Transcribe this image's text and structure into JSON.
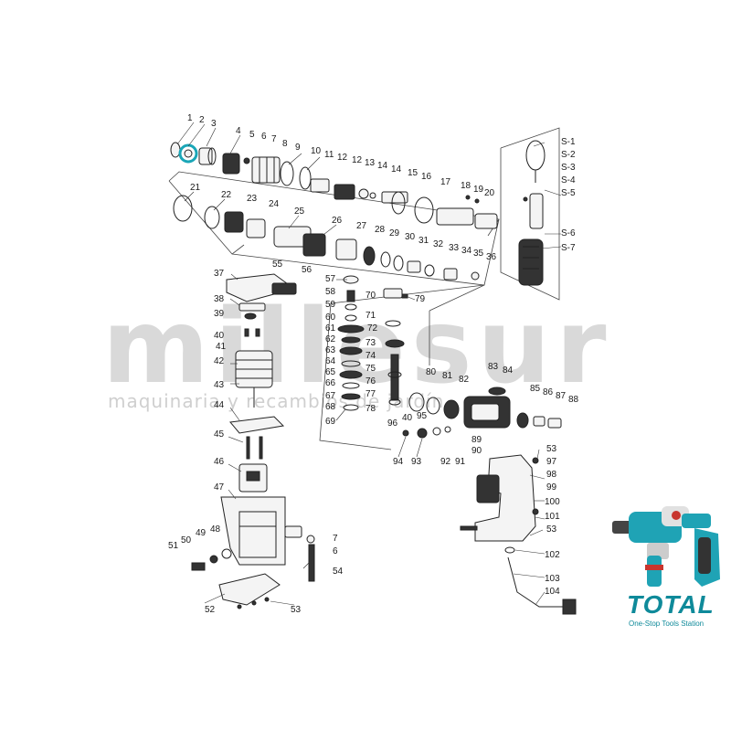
{
  "watermark": {
    "main": "millesur",
    "sub": "maquinaria y recambios de jardín"
  },
  "brand": {
    "logo": "TOTAL",
    "tagline": "One-Stop Tools Station",
    "accent": "#0f8a9a",
    "highlight": "#1aa6b7"
  },
  "icons": [
    "rotary-hammer-product-photo"
  ],
  "labels": [
    {
      "id": "1",
      "t": "1"
    },
    {
      "id": "2",
      "t": "2"
    },
    {
      "id": "3",
      "t": "3"
    },
    {
      "id": "4",
      "t": "4"
    },
    {
      "id": "5",
      "t": "5"
    },
    {
      "id": "6",
      "t": "6"
    },
    {
      "id": "7",
      "t": "7"
    },
    {
      "id": "8",
      "t": "8"
    },
    {
      "id": "9",
      "t": "9"
    },
    {
      "id": "10",
      "t": "10"
    },
    {
      "id": "11",
      "t": "11"
    },
    {
      "id": "12",
      "t": "12"
    },
    {
      "id": "12b",
      "t": "12"
    },
    {
      "id": "13",
      "t": "13"
    },
    {
      "id": "14",
      "t": "14"
    },
    {
      "id": "14b",
      "t": "14"
    },
    {
      "id": "15",
      "t": "15"
    },
    {
      "id": "16",
      "t": "16"
    },
    {
      "id": "17",
      "t": "17"
    },
    {
      "id": "18",
      "t": "18"
    },
    {
      "id": "19",
      "t": "19"
    },
    {
      "id": "20",
      "t": "20"
    },
    {
      "id": "21",
      "t": "21"
    },
    {
      "id": "22",
      "t": "22"
    },
    {
      "id": "23",
      "t": "23"
    },
    {
      "id": "24",
      "t": "24"
    },
    {
      "id": "25",
      "t": "25"
    },
    {
      "id": "26",
      "t": "26"
    },
    {
      "id": "27",
      "t": "27"
    },
    {
      "id": "28",
      "t": "28"
    },
    {
      "id": "29",
      "t": "29"
    },
    {
      "id": "30",
      "t": "30"
    },
    {
      "id": "31",
      "t": "31"
    },
    {
      "id": "32",
      "t": "32"
    },
    {
      "id": "33",
      "t": "33"
    },
    {
      "id": "34",
      "t": "34"
    },
    {
      "id": "35",
      "t": "35"
    },
    {
      "id": "36",
      "t": "36"
    },
    {
      "id": "37",
      "t": "37"
    },
    {
      "id": "38",
      "t": "38"
    },
    {
      "id": "39",
      "t": "39"
    },
    {
      "id": "40",
      "t": "40"
    },
    {
      "id": "41",
      "t": "41"
    },
    {
      "id": "42",
      "t": "42"
    },
    {
      "id": "43",
      "t": "43"
    },
    {
      "id": "44",
      "t": "44"
    },
    {
      "id": "45",
      "t": "45"
    },
    {
      "id": "46",
      "t": "46"
    },
    {
      "id": "47",
      "t": "47"
    },
    {
      "id": "48",
      "t": "48"
    },
    {
      "id": "49",
      "t": "49"
    },
    {
      "id": "50",
      "t": "50"
    },
    {
      "id": "51",
      "t": "51"
    },
    {
      "id": "52",
      "t": "52"
    },
    {
      "id": "53a",
      "t": "53"
    },
    {
      "id": "53b",
      "t": "53"
    },
    {
      "id": "53c",
      "t": "53"
    },
    {
      "id": "54",
      "t": "54"
    },
    {
      "id": "55",
      "t": "55"
    },
    {
      "id": "56",
      "t": "56"
    },
    {
      "id": "57",
      "t": "57"
    },
    {
      "id": "58",
      "t": "58"
    },
    {
      "id": "59",
      "t": "59"
    },
    {
      "id": "60",
      "t": "60"
    },
    {
      "id": "61",
      "t": "61"
    },
    {
      "id": "62",
      "t": "62"
    },
    {
      "id": "63",
      "t": "63"
    },
    {
      "id": "64",
      "t": "64"
    },
    {
      "id": "65",
      "t": "65"
    },
    {
      "id": "66",
      "t": "66"
    },
    {
      "id": "67",
      "t": "67"
    },
    {
      "id": "68",
      "t": "68"
    },
    {
      "id": "69",
      "t": "69"
    },
    {
      "id": "70",
      "t": "70"
    },
    {
      "id": "71",
      "t": "71"
    },
    {
      "id": "72",
      "t": "72"
    },
    {
      "id": "73",
      "t": "73"
    },
    {
      "id": "74",
      "t": "74"
    },
    {
      "id": "75",
      "t": "75"
    },
    {
      "id": "76",
      "t": "76"
    },
    {
      "id": "77",
      "t": "77"
    },
    {
      "id": "78",
      "t": "78"
    },
    {
      "id": "79",
      "t": "79"
    },
    {
      "id": "80",
      "t": "80"
    },
    {
      "id": "81",
      "t": "81"
    },
    {
      "id": "82",
      "t": "82"
    },
    {
      "id": "83",
      "t": "83"
    },
    {
      "id": "84",
      "t": "84"
    },
    {
      "id": "85",
      "t": "85"
    },
    {
      "id": "86",
      "t": "86"
    },
    {
      "id": "87",
      "t": "87"
    },
    {
      "id": "88",
      "t": "88"
    },
    {
      "id": "89",
      "t": "89"
    },
    {
      "id": "90",
      "t": "90"
    },
    {
      "id": "91",
      "t": "91"
    },
    {
      "id": "92",
      "t": "92"
    },
    {
      "id": "93",
      "t": "93"
    },
    {
      "id": "94",
      "t": "94"
    },
    {
      "id": "95",
      "t": "95"
    },
    {
      "id": "96",
      "t": "96"
    },
    {
      "id": "97",
      "t": "97"
    },
    {
      "id": "98",
      "t": "98"
    },
    {
      "id": "99",
      "t": "99"
    },
    {
      "id": "100",
      "t": "100"
    },
    {
      "id": "101",
      "t": "101"
    },
    {
      "id": "102",
      "t": "102"
    },
    {
      "id": "103",
      "t": "103"
    },
    {
      "id": "104",
      "t": "104"
    },
    {
      "id": "6b",
      "t": "6"
    },
    {
      "id": "7b",
      "t": "7"
    },
    {
      "id": "S1",
      "t": "S-1"
    },
    {
      "id": "S2",
      "t": "S-2"
    },
    {
      "id": "S3",
      "t": "S-3"
    },
    {
      "id": "S4",
      "t": "S-4"
    },
    {
      "id": "S5",
      "t": "S-5"
    },
    {
      "id": "S6",
      "t": "S-6"
    },
    {
      "id": "S7",
      "t": "S-7"
    }
  ]
}
